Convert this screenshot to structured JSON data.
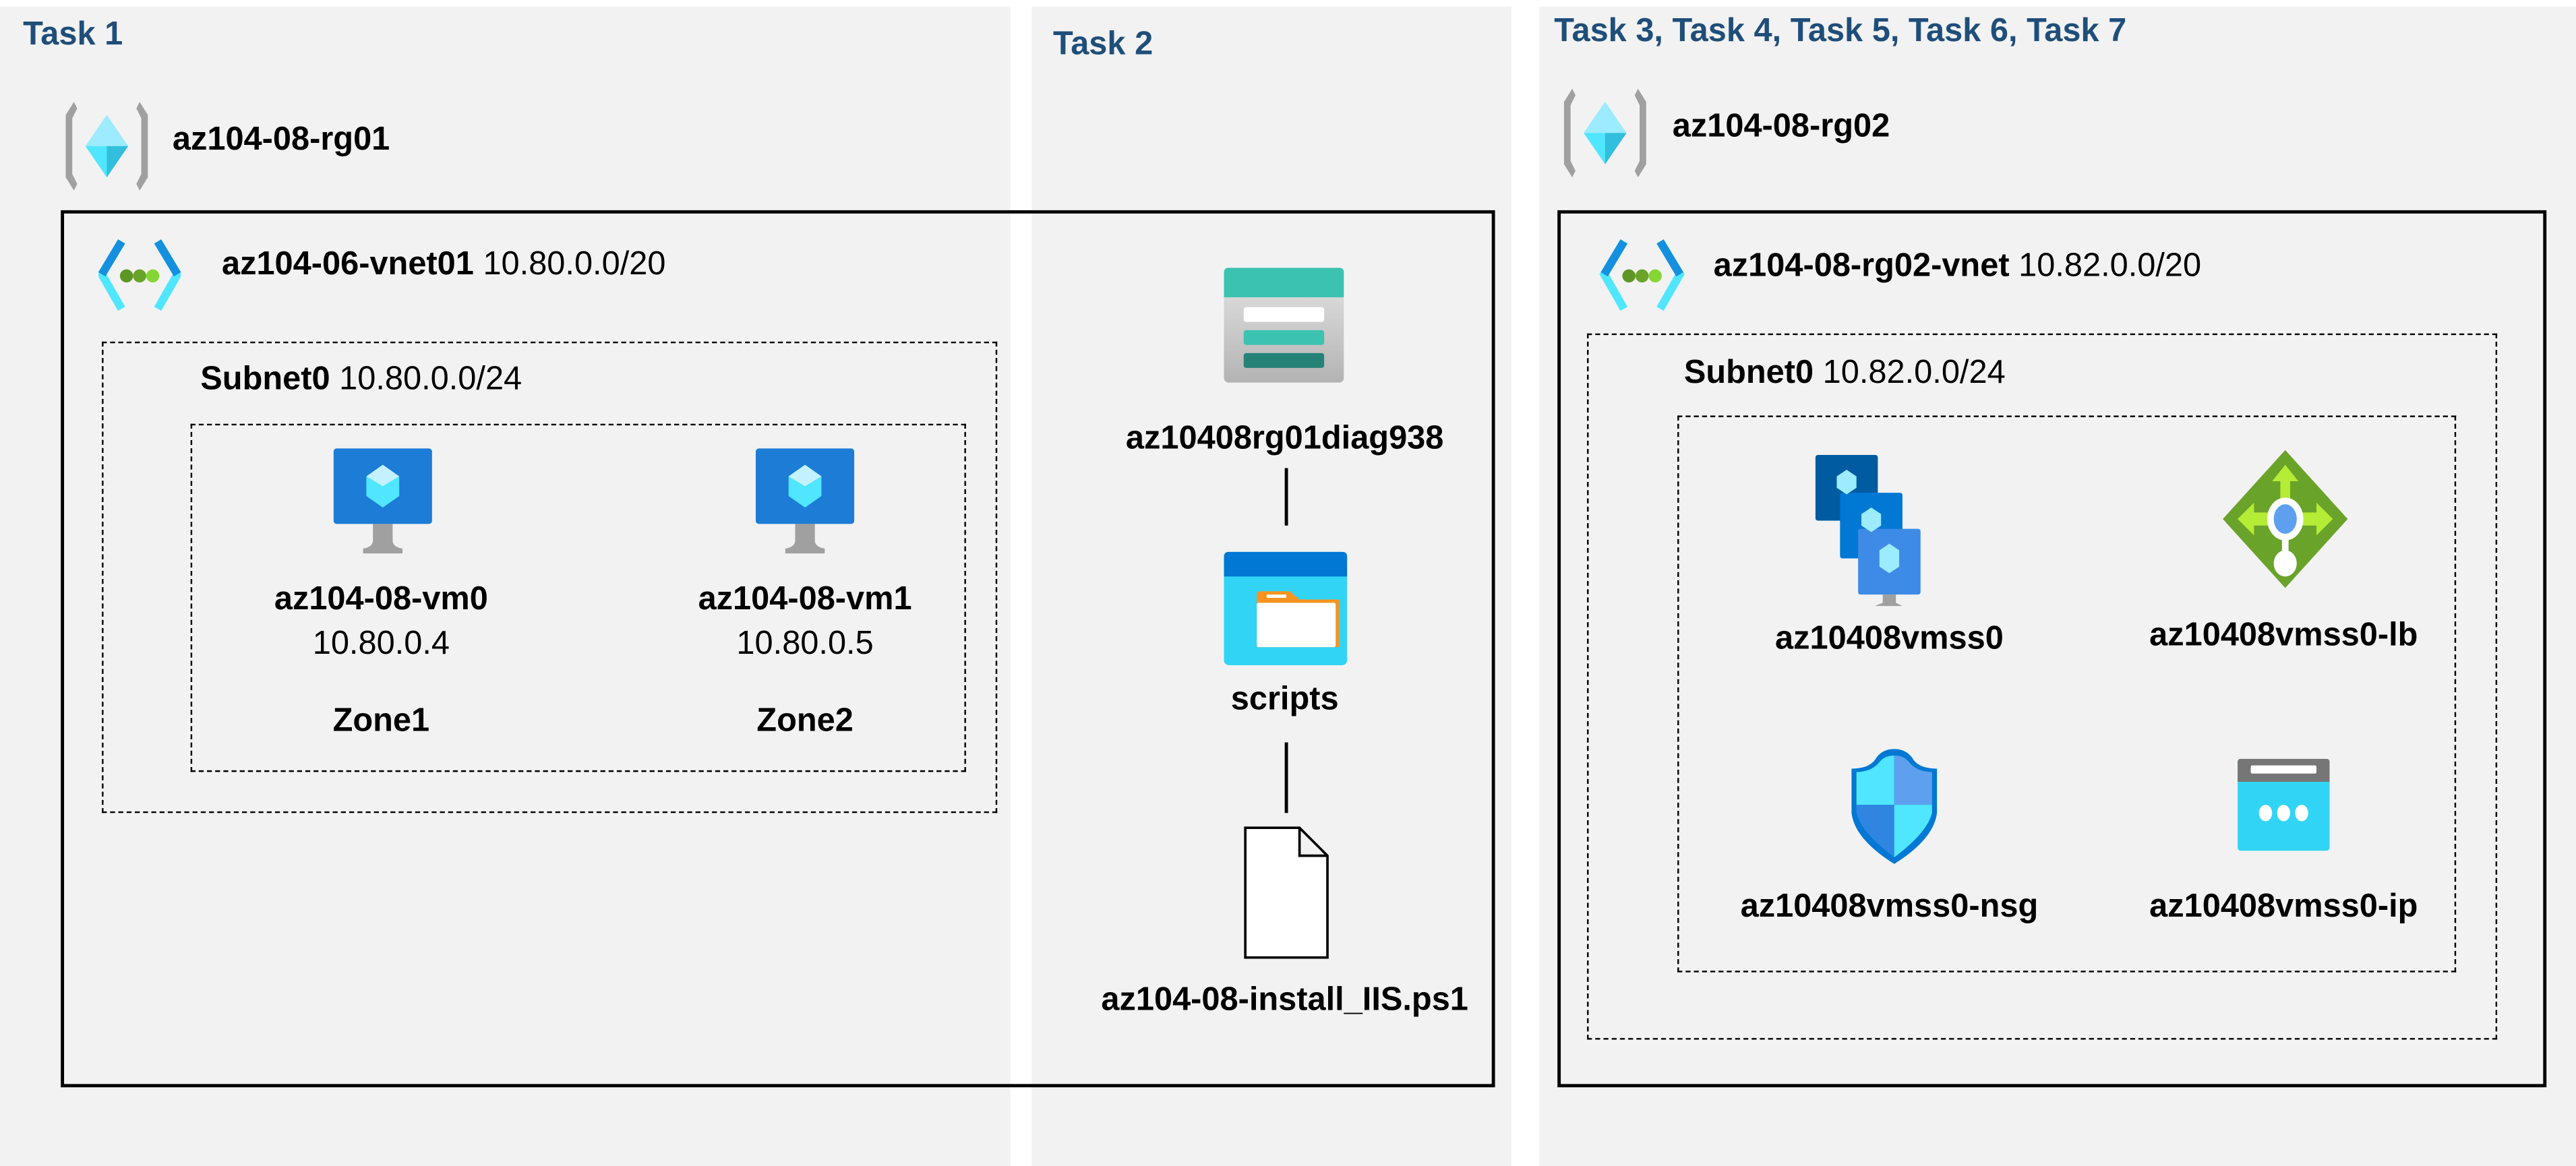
{
  "panels": {
    "task1": {
      "label": "Task 1"
    },
    "task2": {
      "label": "Task 2"
    },
    "task3": {
      "label": "Task 3, Task 4, Task 5, Task 6, Task 7"
    }
  },
  "rg01": {
    "name": "az104-08-rg01",
    "vnet": {
      "name": "az104-06-vnet01",
      "cidr": "10.80.0.0/20"
    },
    "subnet": {
      "name": "Subnet0",
      "cidr": "10.80.0.0/24"
    },
    "vms": [
      {
        "name": "az104-08-vm0",
        "ip": "10.80.0.4",
        "zone": "Zone1"
      },
      {
        "name": "az104-08-vm1",
        "ip": "10.80.0.5",
        "zone": "Zone2"
      }
    ]
  },
  "storage": {
    "account": "az10408rg01diag938",
    "container": "scripts",
    "file": "az104-08-install_IIS.ps1"
  },
  "rg02": {
    "name": "az104-08-rg02",
    "vnet": {
      "name": "az104-08-rg02-vnet",
      "cidr": "10.82.0.0/20"
    },
    "subnet": {
      "name": "Subnet0",
      "cidr": "10.82.0.0/24"
    },
    "resources": {
      "vmss": "az10408vmss0",
      "lb": "az10408vmss0-lb",
      "nsg": "az10408vmss0-nsg",
      "ip": "az10408vmss0-ip"
    }
  },
  "colors": {
    "task_title": "#1f4e79",
    "panel_bg": "#f2f2f2"
  }
}
